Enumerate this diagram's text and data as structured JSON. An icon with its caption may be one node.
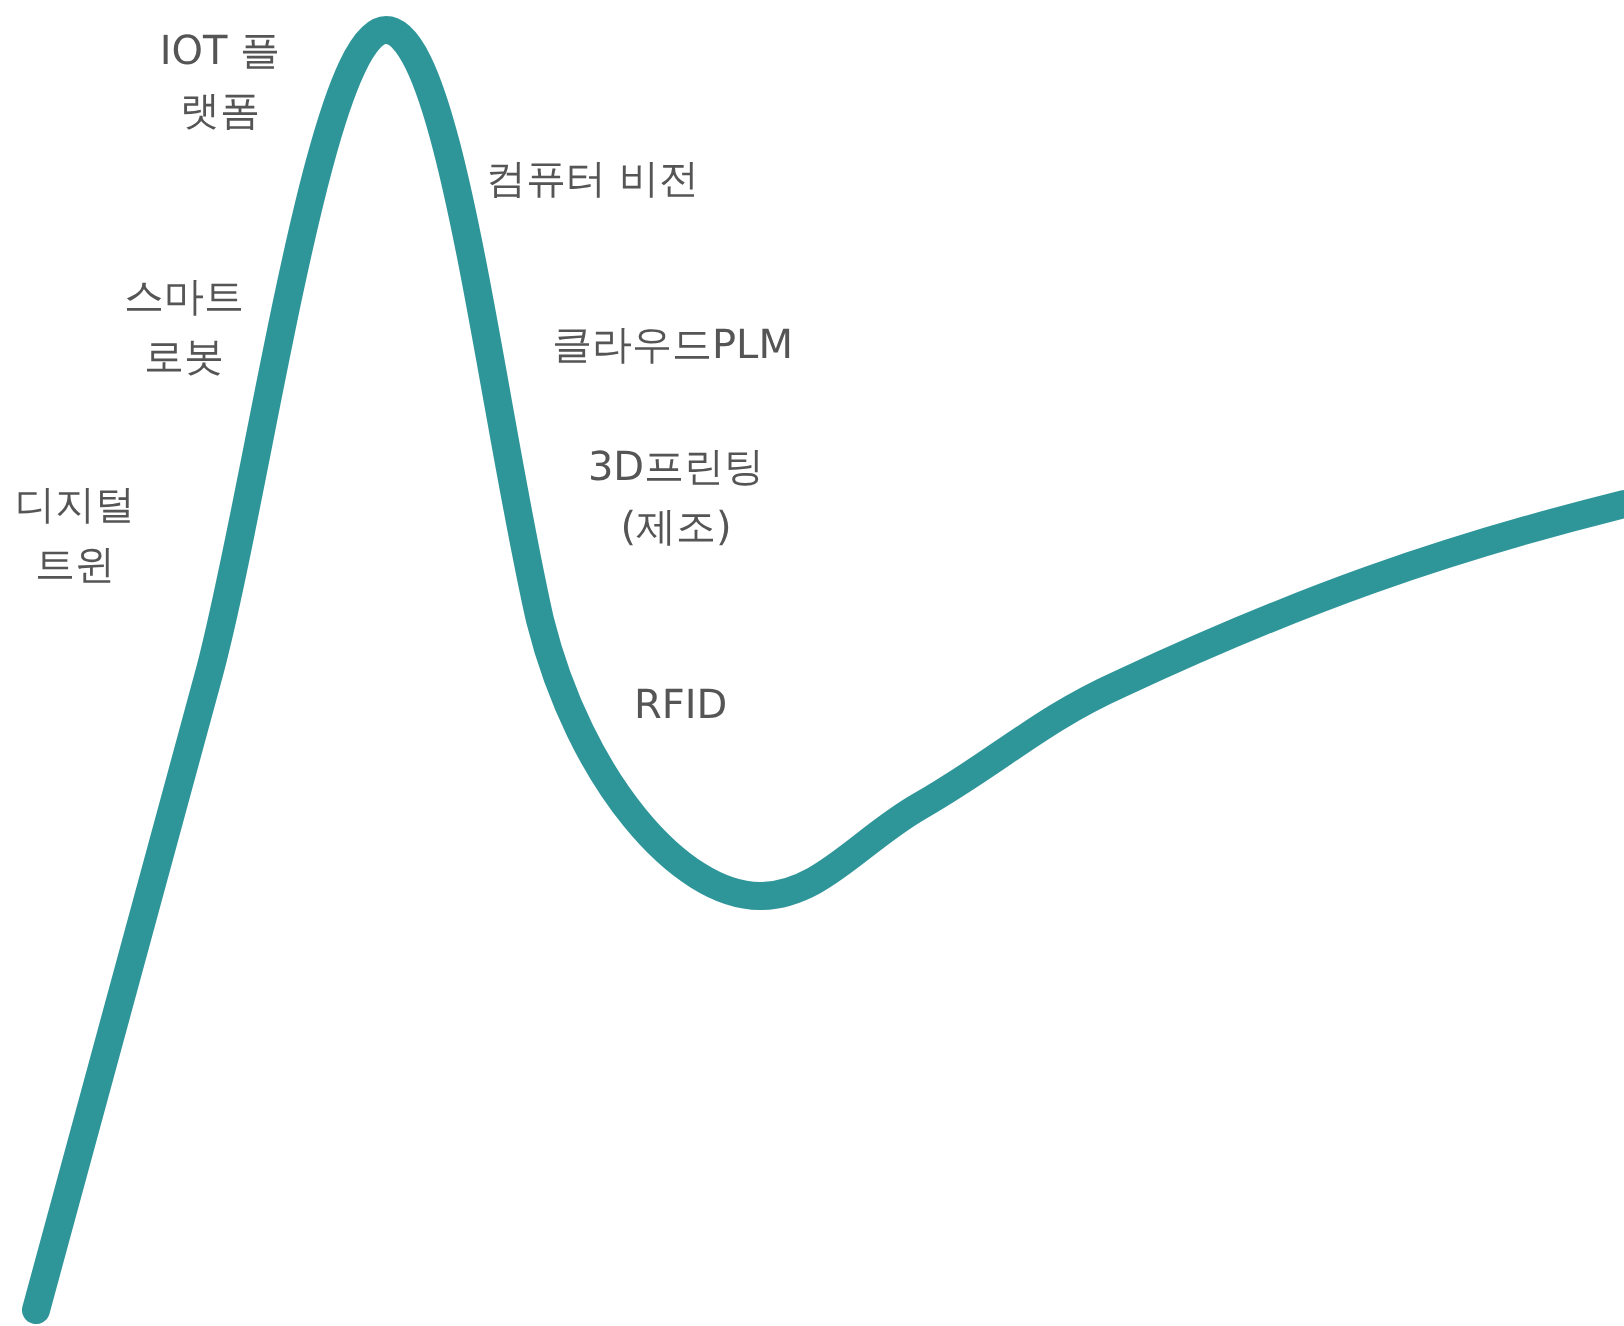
{
  "diagram": {
    "labels": [
      "IOT 플랫폼",
      "스마트 로봇",
      "디지털 트윈",
      "컴퓨터 비전",
      "클라우드PLM",
      "3D프린팅 (제조)",
      "RFID"
    ]
  }
}
